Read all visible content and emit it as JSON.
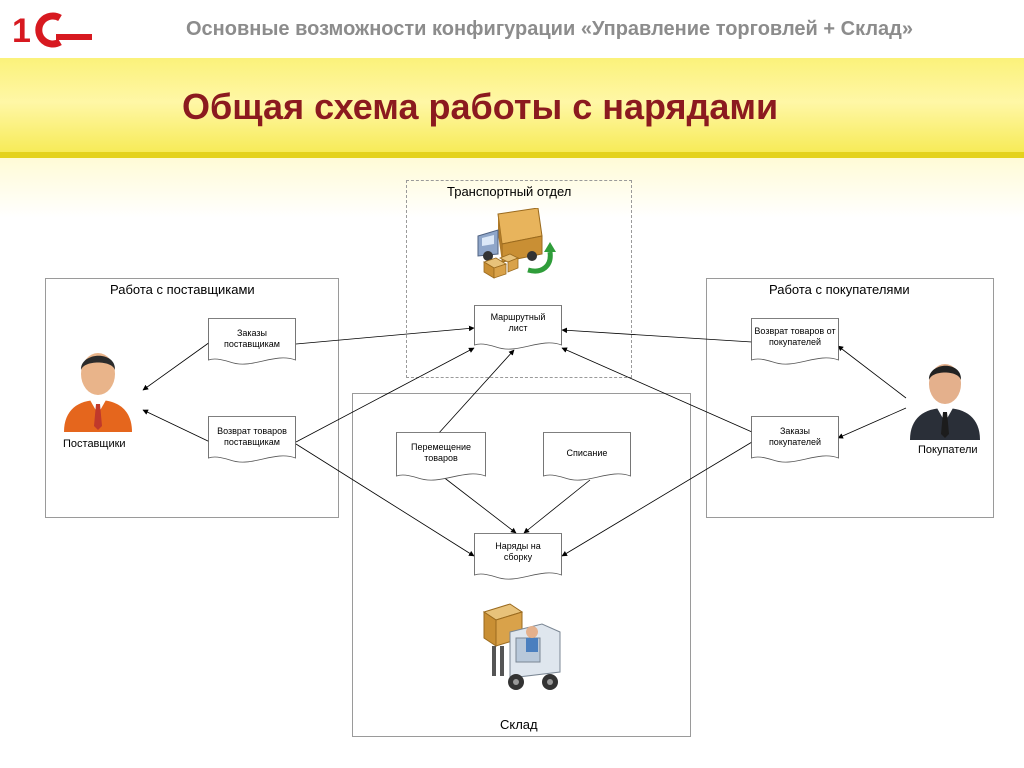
{
  "header": {
    "logo_text": "1С",
    "subtitle": "Основные возможности конфигурации «Управление торговлей + Склад»",
    "title": "Общая схема работы с нарядами"
  },
  "groups": {
    "transport": "Транспортный отдел",
    "suppliers": "Работа с поставщиками",
    "buyers": "Работа с покупателями",
    "warehouse": "Склад"
  },
  "documents": {
    "route_sheet": "Маршрутный лист",
    "supplier_orders": "Заказы поставщикам",
    "supplier_returns": "Возврат товаров поставщикам",
    "buyer_returns": "Возврат товаров от покупателей",
    "buyer_orders": "Заказы покупателей",
    "goods_transfer": "Перемещение товаров",
    "write_off": "Списание",
    "assembly_orders": "Наряды на сборку"
  },
  "actors": {
    "suppliers": "Поставщики",
    "buyers": "Покупатели"
  },
  "colors": {
    "title": "#8b1a1f",
    "subtitle": "#8c8c8c",
    "band": "#fbf27a",
    "logo_red": "#d71920"
  }
}
